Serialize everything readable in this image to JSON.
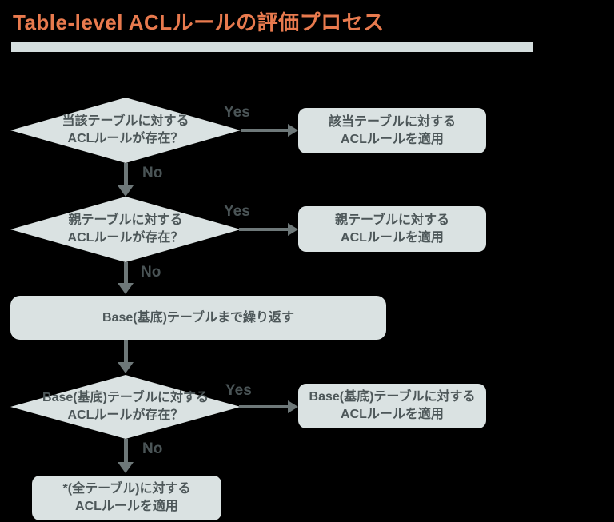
{
  "title": "Table-level ACLルールの評価プロセス",
  "labels": {
    "yes": "Yes",
    "no": "No"
  },
  "nodes": {
    "decision_current": "当該テーブルに対する\nACLルールが存在？",
    "apply_current": "該当テーブルに対する\nACLルールを適用",
    "decision_parent": "親テーブルに対する\nACLルールが存在？",
    "apply_parent": "親テーブルに対する\nACLルールを適用",
    "repeat_base": "Base(基底)テーブルまで繰り返す",
    "decision_base": "Base(基底)テーブルに対する\nACLルールが存在？",
    "apply_base": "Base(基底)テーブルに対する\nACLルールを適用",
    "apply_wildcard": "*(全テーブル)に対する\nACLルールを適用"
  },
  "colors": {
    "background": "#000000",
    "title_text": "#e87a4e",
    "title_bar": "#d4dddd",
    "node_fill": "#dae2e2",
    "node_text": "#4d5759",
    "arrow": "#6e7879",
    "branch_label": "#4a5456"
  }
}
